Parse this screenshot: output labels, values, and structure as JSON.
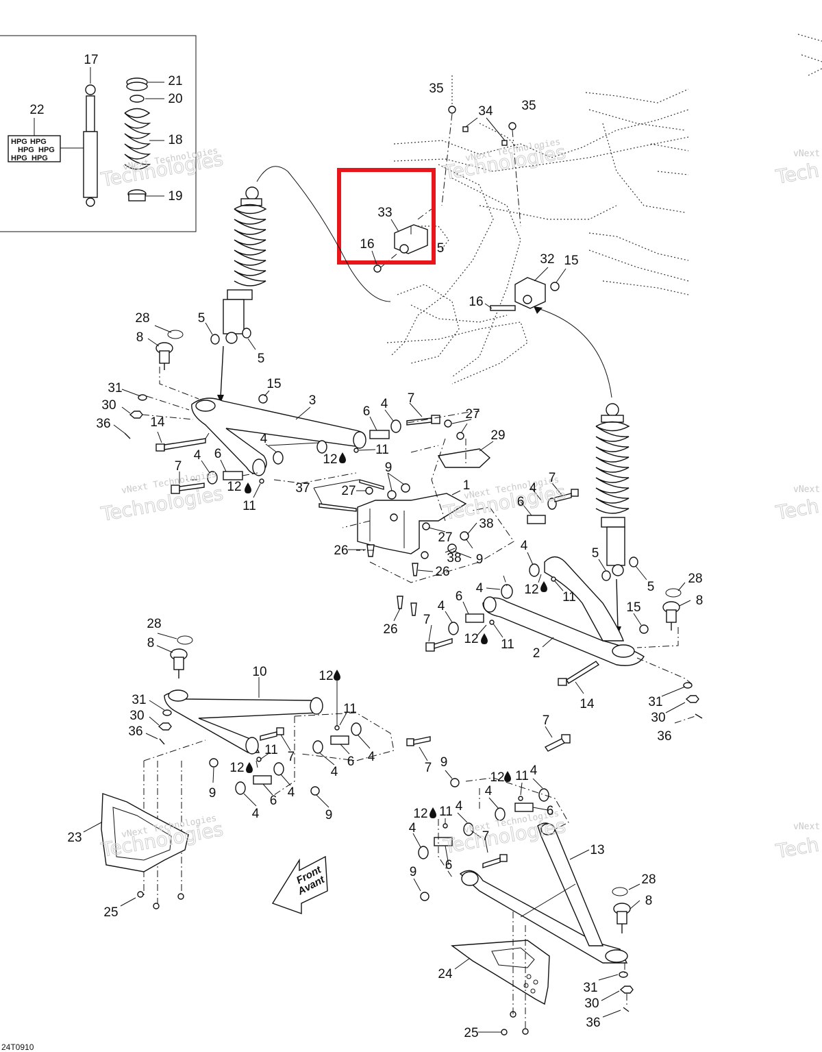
{
  "diagram": {
    "reference_code": "24T0910",
    "front_label": "Front",
    "front_label_fr": "Avant",
    "watermark_line1": "vNext Technologies",
    "watermark_big": "Technologies",
    "watermark_right": "vNext",
    "watermark_right_big": "Tech",
    "shock_sleeve_text": "HPG",
    "highlight_color": "#e8151b",
    "labels": {
      "l17": "17",
      "l21": "21",
      "l20": "20",
      "l22": "22",
      "l18": "18",
      "l19": "19",
      "l35a": "35",
      "l34": "34",
      "l35b": "35",
      "l33": "33",
      "l16a": "16",
      "l5a": "5",
      "l32": "32",
      "l15a": "15",
      "l16b": "16",
      "l28a": "28",
      "l8a": "8",
      "l5b": "5",
      "l5c": "5",
      "l31a": "31",
      "l30a": "30",
      "l36a": "36",
      "l14a": "14",
      "l15b": "15",
      "l3": "3",
      "l6a": "6",
      "l4a": "4",
      "l7a": "7",
      "l27a": "27",
      "l29": "29",
      "l4b": "4",
      "l12a": "12",
      "l11a": "11",
      "l7b": "7",
      "l4c": "4",
      "l6b": "6",
      "l12b": "12",
      "l11b": "11",
      "l37": "37",
      "l27b": "27",
      "l9a": "9",
      "l1": "1",
      "l7c": "7",
      "l4d": "4",
      "l6c": "6",
      "l27c": "27",
      "l38a": "38",
      "l38b": "38",
      "l9b": "9",
      "l26a": "26",
      "l26b": "26",
      "l26c": "26",
      "l4e": "4",
      "l12c": "12",
      "l11c": "11",
      "l5d": "5",
      "l5e": "5",
      "l28b": "28",
      "l8b": "8",
      "l15c": "15",
      "l4f": "4",
      "l6d": "6",
      "l4g": "4",
      "l7d": "7",
      "l12d": "12",
      "l11d": "11",
      "l2": "2",
      "l14b": "14",
      "l31b": "31",
      "l30b": "30",
      "l36b": "36",
      "l28c": "28",
      "l8c": "8",
      "l10": "10",
      "l12e": "12",
      "l11e": "11",
      "l31c": "31",
      "l30c": "30",
      "l36c": "36",
      "l11f": "11",
      "l7e": "7",
      "l12f": "12",
      "l9c": "9",
      "l6e": "6",
      "l4h": "4",
      "l4i": "4",
      "l6f": "6",
      "l4j": "4",
      "l4k": "4",
      "l9d": "9",
      "l7f": "7",
      "l7g": "7",
      "l9e": "9",
      "l12g": "12",
      "l11g": "11",
      "l4l": "4",
      "l4m": "4",
      "l6g": "6",
      "l12h": "12",
      "l11h": "11",
      "l4n": "4",
      "l4o": "4",
      "l7h": "7",
      "l6h": "6",
      "l13": "13",
      "l9f": "9",
      "l23": "23",
      "l25a": "25",
      "l28d": "28",
      "l8d": "8",
      "l24": "24",
      "l31d": "31",
      "l30d": "30",
      "l36d": "36",
      "l25b": "25"
    }
  }
}
